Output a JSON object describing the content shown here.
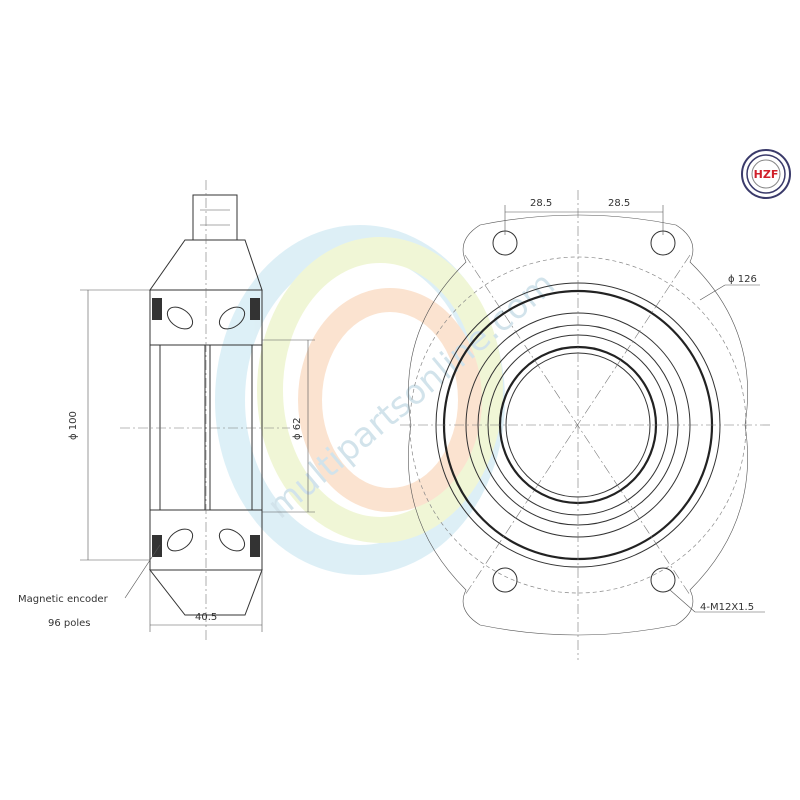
{
  "logo": {
    "text": "HZF",
    "color": "#d0202a",
    "ring_color": "#3a3a6a"
  },
  "watermark": {
    "text": "multipartsonline.com"
  },
  "side_view": {
    "outer_diameter": "ϕ 100",
    "inner_diameter": "ϕ 62",
    "width": "40.5",
    "encoder_label": "Magnetic encoder",
    "encoder_poles": "96 poles"
  },
  "front_view": {
    "bolt_offset_left": "28.5",
    "bolt_offset_right": "28.5",
    "flange_diameter": "ϕ 126",
    "thread_spec": "4-M12X1.5"
  }
}
